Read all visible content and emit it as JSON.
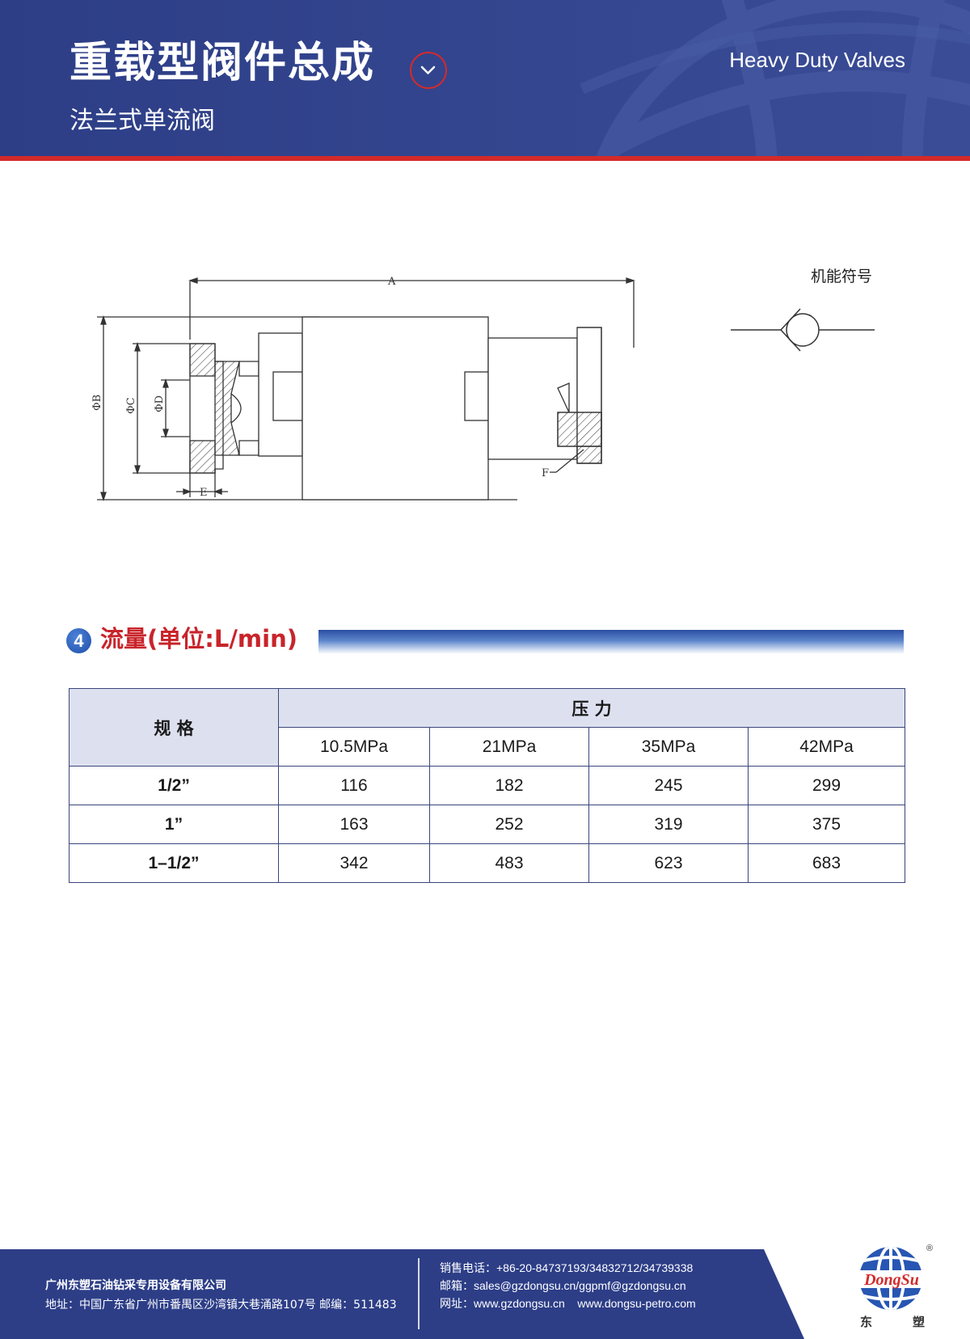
{
  "header": {
    "title": "重载型阀件总成",
    "subtitle": "法兰式单流阀",
    "title_en": "Heavy Duty Valves",
    "chevron_icon": "chevron-down-icon"
  },
  "drawing": {
    "dim_a": "A",
    "dim_b": "ΦB",
    "dim_c": "ΦC",
    "dim_d": "ΦD",
    "dim_e": "E",
    "dim_f": "F",
    "symbol_label": "机能符号"
  },
  "section": {
    "number": "4",
    "title": "流量(单位:L/min)"
  },
  "table": {
    "spec_header": "规 格",
    "pressure_header": "压 力",
    "pressures": [
      "10.5MPa",
      "21MPa",
      "35MPa",
      "42MPa"
    ],
    "rows": [
      {
        "size": "1/2”",
        "values": [
          "116",
          "182",
          "245",
          "299"
        ]
      },
      {
        "size": "1”",
        "values": [
          "163",
          "252",
          "319",
          "375"
        ]
      },
      {
        "size": "1–1/2”",
        "values": [
          "342",
          "483",
          "623",
          "683"
        ]
      }
    ]
  },
  "footer": {
    "company": "广州东塑石油钻采专用设备有限公司",
    "address": "地址：中国广东省广州市番禺区沙湾镇大巷涌路107号  邮编：511483",
    "sales_label": "销售电话：",
    "sales_value": "+86-20-84737193/34832712/34739338",
    "email_label": "邮箱：",
    "email_value": "sales@gzdongsu.cn/ggpmf@gzdongsu.cn",
    "web_label": "网址：",
    "web_value": "www.gzdongsu.cn    www.dongsu-petro.com",
    "logo_text": "DongSu",
    "logo_registered": "®",
    "logo_cn_1": "东",
    "logo_cn_2": "塑"
  },
  "colors": {
    "header_blue": "#2d3e87",
    "accent_red": "#d42a2a",
    "section_red": "#c8242a",
    "table_header_bg": "#dde1ef"
  }
}
